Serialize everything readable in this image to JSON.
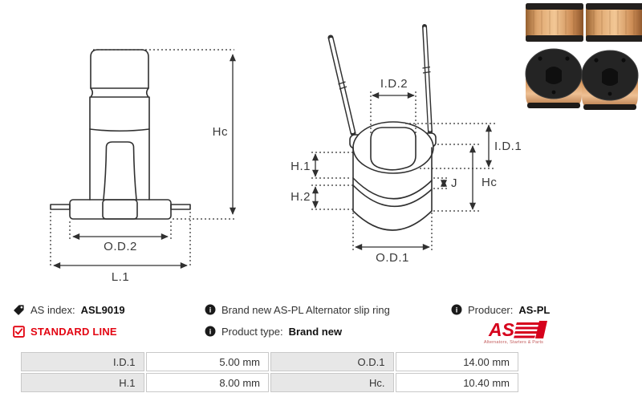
{
  "product": {
    "as_index_label": "AS index:",
    "as_index_value": "ASL9019",
    "standard_line_label": "STANDARD LINE",
    "description": "Brand new AS-PL Alternator slip ring",
    "product_type_label": "Product type:",
    "product_type_value": "Brand new",
    "producer_label": "Producer:",
    "producer_value": "AS-PL"
  },
  "brand": {
    "logo_text": "AS",
    "logo_caption": "Alternators, Starters & Parts"
  },
  "diagram": {
    "left": {
      "hc": "Hc",
      "od2": "O.D.2",
      "l1": "L.1"
    },
    "right": {
      "id2": "I.D.2",
      "id1": "I.D.1",
      "h1": "H.1",
      "h2": "H.2",
      "j": "J",
      "hc": "Hc",
      "od1": "O.D.1"
    }
  },
  "specs": {
    "rows": [
      {
        "label_left": "I.D.1",
        "value_left": "5.00 mm",
        "label_right": "O.D.1",
        "value_right": "14.00 mm"
      },
      {
        "label_left": "H.1",
        "value_left": "8.00 mm",
        "label_right": "Hc.",
        "value_right": "10.40 mm"
      }
    ]
  },
  "colors": {
    "accent_red": "#e30613",
    "line_color": "#303030",
    "table_label_bg": "#e7e7e7",
    "table_border": "#c9c9c9"
  }
}
